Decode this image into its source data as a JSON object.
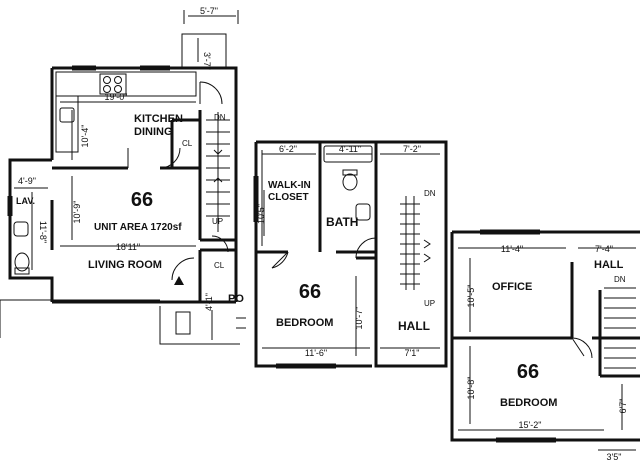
{
  "plan1": {
    "kitchen_label": "KITCHEN",
    "dining_label": "DINING",
    "unit_number": "66",
    "unit_area": "UNIT AREA  1720sf",
    "living_label": "LIVING ROOM",
    "lav_label": "LAV.",
    "cl_upper": "CL",
    "cl_lower": "CL",
    "dn_label": "DN",
    "up_label": "UP",
    "porch_fragment": "PO",
    "dim_top": "5'-7\"",
    "dim_stoop": "3'-7\"",
    "dim_kitchen_width": "19'-0\"",
    "dim_kitchen_depth": "10'-4\"",
    "dim_living_depth": "10'-9\"",
    "dim_living_width": "18'11\"",
    "dim_lav_width": "4'-9\"",
    "dim_lav_depth": "11'-8\"",
    "dim_porch": "4'-1\""
  },
  "plan2": {
    "walkin_label": "WALK-IN",
    "closet_label": "CLOSET",
    "bath_label": "BATH",
    "bedroom_label": "BEDROOM",
    "hall_label": "HALL",
    "unit_number": "66",
    "dn_label": "DN",
    "up_label": "UP",
    "dim_closet_width": "6'-2\"",
    "dim_bath_width": "4'-11\"",
    "dim_hall_width": "7'-2\"",
    "dim_closet_depth": "10'5\"",
    "dim_bedroom_depth": "10'-7\"",
    "dim_bedroom_width": "11'-6\"",
    "dim_hall_bottom": "7'1\""
  },
  "plan3": {
    "office_label": "OFFICE",
    "hall_label": "HALL",
    "bedroom_label": "BEDROOM",
    "unit_number": "66",
    "dn_label": "DN",
    "dim_office_width": "11'-4\"",
    "dim_hall_width": "7'-4\"",
    "dim_office_depth": "10'-5\"",
    "dim_bedroom_depth": "10'-8\"",
    "dim_bedroom_width": "15'-2\"",
    "dim_right": "6'7\"",
    "dim_bottom_right": "3'5\""
  }
}
